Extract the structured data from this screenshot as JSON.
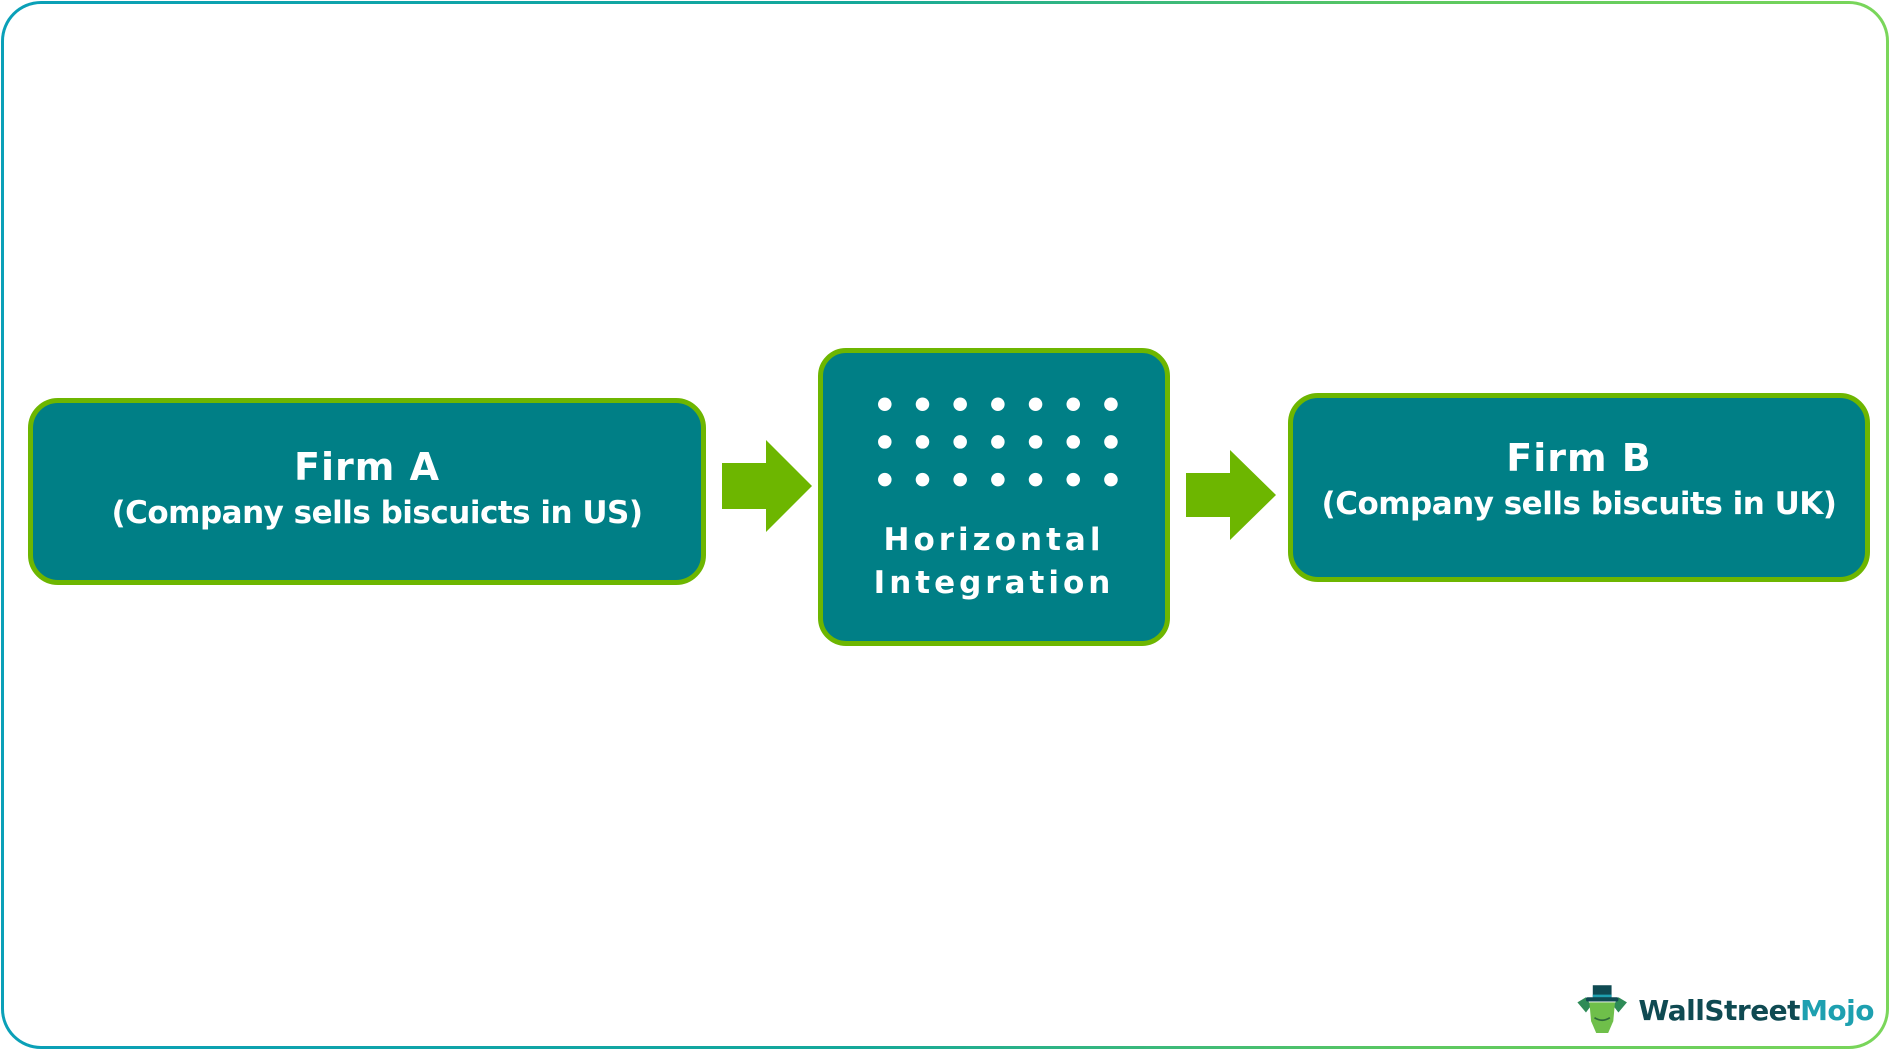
{
  "diagram": {
    "type": "flow",
    "nodes": [
      {
        "id": "firm-a",
        "title": "Firm A",
        "subtitle": "(Company sells biscuicts in US)"
      },
      {
        "id": "integration",
        "label_line1": "Horizontal",
        "label_line2": "Integration",
        "dot_grid": {
          "rows": 3,
          "cols": 7
        }
      },
      {
        "id": "firm-b",
        "title": "Firm B",
        "subtitle": "(Company sells biscuits in UK)"
      }
    ],
    "edges": [
      {
        "from": "firm-a",
        "to": "integration"
      },
      {
        "from": "integration",
        "to": "firm-b"
      }
    ]
  },
  "logo": {
    "part1": "WallStreet",
    "part2": "Mojo"
  },
  "colors": {
    "box_fill": "#007f86",
    "box_border": "#6db600",
    "arrow": "#6db600",
    "frame_start": "#0aa0b8",
    "frame_end": "#7ad65a",
    "text": "#ffffff"
  }
}
